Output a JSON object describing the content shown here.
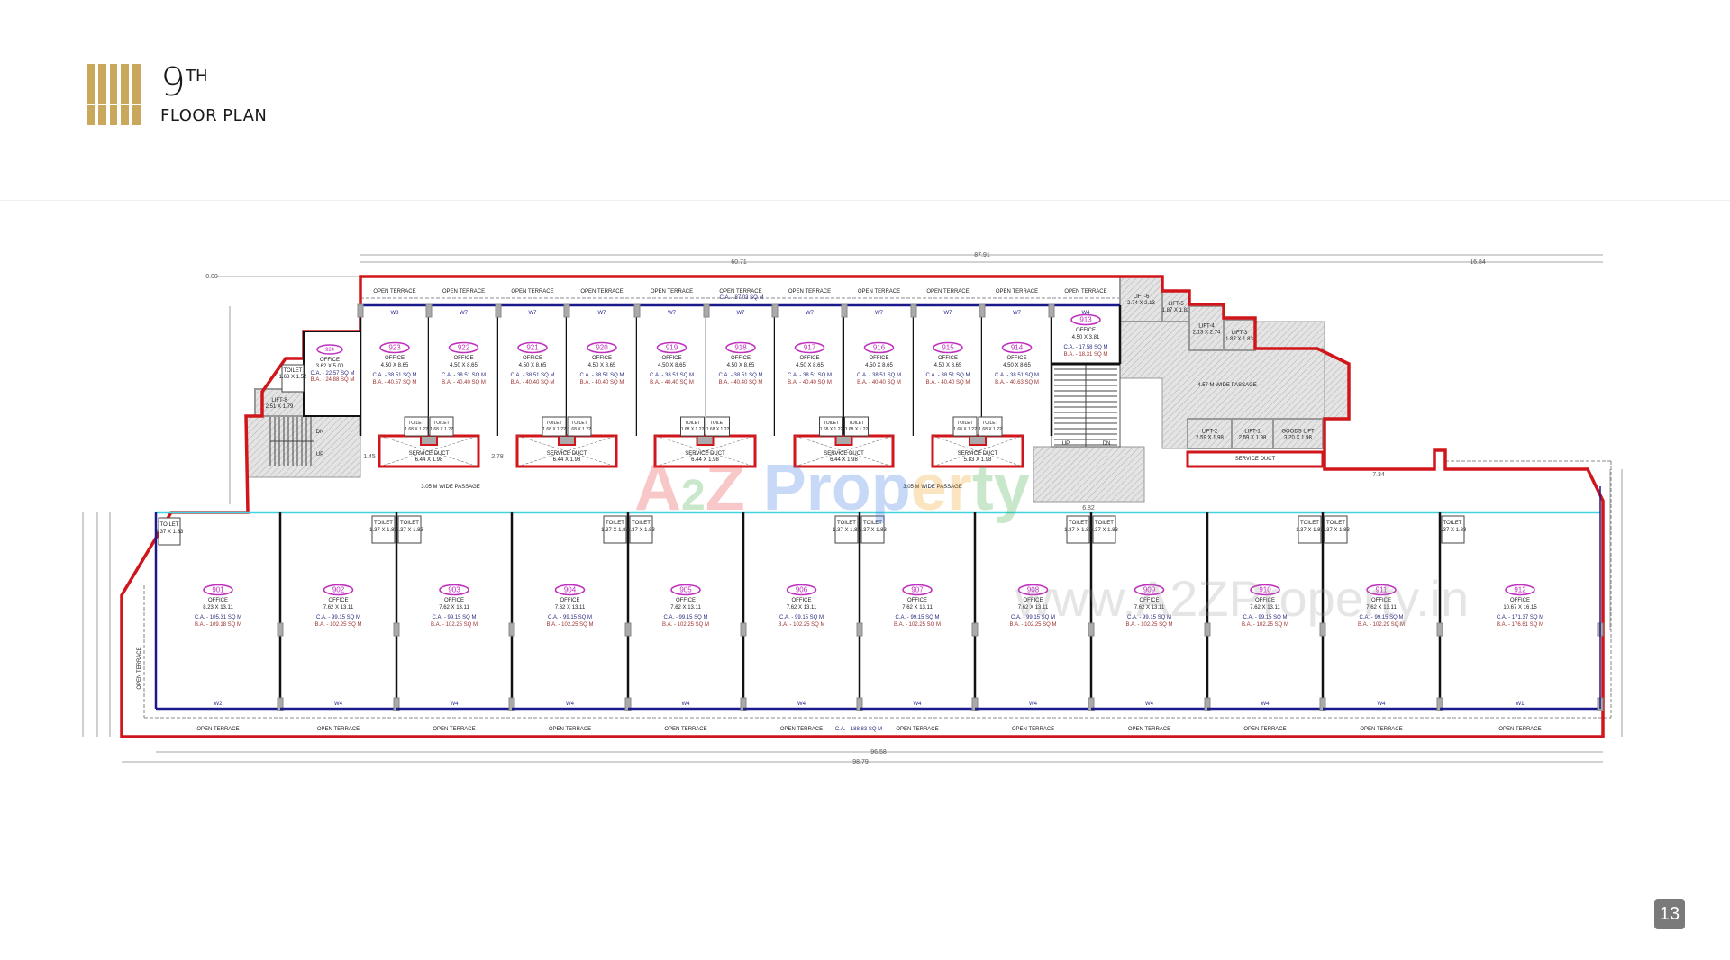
{
  "header": {
    "floor_number": "9",
    "floor_suffix": "TH",
    "subtitle": "FLOOR PLAN",
    "logo_icon": "building-bars-icon"
  },
  "page_number": "13",
  "colors": {
    "brand_gold": "#c9a85c",
    "outline_red": "#d0161b",
    "wall_blue": "#1a1a8c",
    "glass_cyan": "#3fd4e0",
    "unit_tag": "#c030c0",
    "carpet_area": "#2a2a80",
    "built_area": "#a03030"
  },
  "labels": {
    "open_terrace": "OPEN TERRACE",
    "top_terrace_ca": "C.A. - 87.03 SQ M",
    "bottom_terrace_ca": "C.A. - 188.83 SQ M",
    "passage_305": "3.05 M WIDE PASSAGE",
    "passage_457": "4.57 M WIDE PASSAGE",
    "service_duct": "SERVICE DUCT",
    "service_duct_dims": "6.44 X 1.98",
    "service_duct_dims_last": "5.83 X 1.98",
    "toilet": "TOILET",
    "toilet_top_dims": "1.68 X 1.22",
    "toilet_bottom_dims": "1.37 X 1.83",
    "toilet_924": "1.68 X 1.52",
    "up": "UP",
    "dn": "DN",
    "open_terrace_side": "OPEN TERRACE"
  },
  "lifts": [
    {
      "name": "LIFT-6",
      "dims": "2.74 X 2.13"
    },
    {
      "name": "LIFT-5",
      "dims": "1.87 X 1.83"
    },
    {
      "name": "LIFT-4",
      "dims": "2.13 X 2.74"
    },
    {
      "name": "LIFT-3",
      "dims": "1.87 X 1.83"
    },
    {
      "name": "LIFT-2",
      "dims": "2.59 X 1.98"
    },
    {
      "name": "LIFT-1",
      "dims": "2.59 X 1.98"
    },
    {
      "name": "GOODS LIFT",
      "dims": "3.20 X 1.98"
    },
    {
      "name": "LIFT-8",
      "dims": "2.51 X 1.79"
    }
  ],
  "units_top": [
    {
      "no": "923",
      "type": "OFFICE",
      "dims": "4.50 X 8.65",
      "ca": "C.A. - 38.51 SQ M",
      "ba": "B.A. - 40.57 SQ M",
      "wall": "W8"
    },
    {
      "no": "922",
      "type": "OFFICE",
      "dims": "4.50 X 8.65",
      "ca": "C.A. - 38.51 SQ M",
      "ba": "B.A. - 40.40 SQ M",
      "wall": "W7"
    },
    {
      "no": "921",
      "type": "OFFICE",
      "dims": "4.50 X 8.65",
      "ca": "C.A. - 38.51 SQ M",
      "ba": "B.A. - 40.40 SQ M",
      "wall": "W7"
    },
    {
      "no": "920",
      "type": "OFFICE",
      "dims": "4.50 X 8.65",
      "ca": "C.A. - 38.51 SQ M",
      "ba": "B.A. - 40.40 SQ M",
      "wall": "W7"
    },
    {
      "no": "919",
      "type": "OFFICE",
      "dims": "4.50 X 8.65",
      "ca": "C.A. - 38.51 SQ M",
      "ba": "B.A. - 40.40 SQ M",
      "wall": "W7"
    },
    {
      "no": "918",
      "type": "OFFICE",
      "dims": "4.50 X 8.65",
      "ca": "C.A. - 38.51 SQ M",
      "ba": "B.A. - 40.40 SQ M",
      "wall": "W7"
    },
    {
      "no": "917",
      "type": "OFFICE",
      "dims": "4.50 X 8.65",
      "ca": "C.A. - 38.51 SQ M",
      "ba": "B.A. - 40.40 SQ M",
      "wall": "W7"
    },
    {
      "no": "916",
      "type": "OFFICE",
      "dims": "4.50 X 8.65",
      "ca": "C.A. - 38.51 SQ M",
      "ba": "B.A. - 40.40 SQ M",
      "wall": "W7"
    },
    {
      "no": "915",
      "type": "OFFICE",
      "dims": "4.50 X 8.65",
      "ca": "C.A. - 38.51 SQ M",
      "ba": "B.A. - 40.40 SQ M",
      "wall": "W7"
    },
    {
      "no": "914",
      "type": "OFFICE",
      "dims": "4.50 X 8.65",
      "ca": "C.A. - 38.51 SQ M",
      "ba": "B.A. - 40.63 SQ M",
      "wall": "W7"
    },
    {
      "no": "913",
      "type": "OFFICE",
      "dims": "4.50 X 3.81",
      "ca": "C.A. - 17.58 SQ M",
      "ba": "B.A. - 18.31 SQ M",
      "wall": "W4"
    }
  ],
  "unit_924": {
    "no": "924",
    "type": "OFFICE",
    "dims": "3.62 X 5.00",
    "ca": "C.A. - 22.57 SQ M",
    "ba": "B.A. - 24.88 SQ M"
  },
  "units_bottom": [
    {
      "no": "901",
      "type": "OFFICE",
      "dims": "8.23 X 13.11",
      "ca": "C.A. - 105.31 SQ M",
      "ba": "B.A. - 109.18 SQ M",
      "wall": "W2"
    },
    {
      "no": "902",
      "type": "OFFICE",
      "dims": "7.62 X 13.11",
      "ca": "C.A. - 99.15 SQ M",
      "ba": "B.A. - 102.25 SQ M",
      "wall": "W4"
    },
    {
      "no": "903",
      "type": "OFFICE",
      "dims": "7.62 X 13.11",
      "ca": "C.A. - 99.15 SQ M",
      "ba": "B.A. - 102.25 SQ M",
      "wall": "W4"
    },
    {
      "no": "904",
      "type": "OFFICE",
      "dims": "7.62 X 13.11",
      "ca": "C.A. - 99.15 SQ M",
      "ba": "B.A. - 102.25 SQ M",
      "wall": "W4"
    },
    {
      "no": "905",
      "type": "OFFICE",
      "dims": "7.62 X 13.11",
      "ca": "C.A. - 99.15 SQ M",
      "ba": "B.A. - 102.25 SQ M",
      "wall": "W4"
    },
    {
      "no": "906",
      "type": "OFFICE",
      "dims": "7.62 X 13.11",
      "ca": "C.A. - 99.15 SQ M",
      "ba": "B.A. - 102.25 SQ M",
      "wall": "W4"
    },
    {
      "no": "907",
      "type": "OFFICE",
      "dims": "7.62 X 13.11",
      "ca": "C.A. - 99.15 SQ M",
      "ba": "B.A. - 102.25 SQ M",
      "wall": "W4"
    },
    {
      "no": "908",
      "type": "OFFICE",
      "dims": "7.62 X 13.11",
      "ca": "C.A. - 99.15 SQ M",
      "ba": "B.A. - 102.25 SQ M",
      "wall": "W4"
    },
    {
      "no": "909",
      "type": "OFFICE",
      "dims": "7.62 X 13.11",
      "ca": "C.A. - 99.15 SQ M",
      "ba": "B.A. - 102.25 SQ M",
      "wall": "W4"
    },
    {
      "no": "910",
      "type": "OFFICE",
      "dims": "7.62 X 13.11",
      "ca": "C.A. - 99.15 SQ M",
      "ba": "B.A. - 102.25 SQ M",
      "wall": "W4"
    },
    {
      "no": "911",
      "type": "OFFICE",
      "dims": "7.62 X 13.11",
      "ca": "C.A. - 99.15 SQ M",
      "ba": "B.A. - 102.29 SQ M",
      "wall": "W4"
    },
    {
      "no": "912",
      "type": "OFFICE",
      "dims": "10.67 X 16.15",
      "ca": "C.A. - 171.37 SQ M",
      "ba": "B.A. - 176.61 SQ M",
      "wall": "W1"
    }
  ],
  "dimensions": {
    "overall_top": "87.91",
    "top_row": "60.71",
    "bottom_inner": "96.58",
    "bottom_overall": "98.79",
    "datum": "0.00",
    "duct_gap": "2.78",
    "left_gap": "1.45",
    "core_width": "6.82",
    "right_run": "16.84",
    "right_gap": "7.34"
  },
  "watermarks": {
    "logo_text": "A2Z Property",
    "url": "www.A2ZProperty.in"
  }
}
